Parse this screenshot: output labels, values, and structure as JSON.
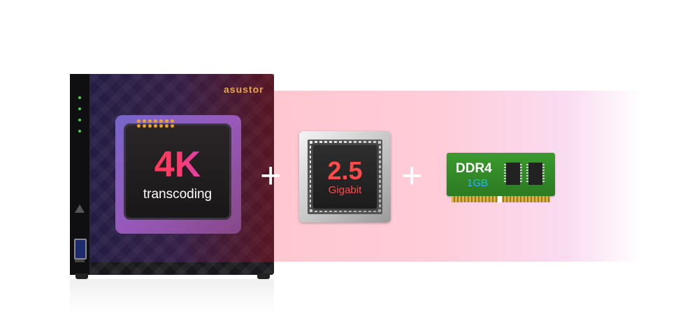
{
  "device": {
    "brand": "asustor"
  },
  "features": {
    "cpu": {
      "headline": "4K",
      "caption": "transcoding"
    },
    "network": {
      "headline": "2.5",
      "caption": "Gigabit"
    },
    "memory": {
      "headline": "DDR4",
      "caption": "1GB"
    },
    "separator": "+"
  },
  "colors": {
    "accent_red": "#ff4a4a",
    "ram_green": "#2c7a22",
    "ram_label_blue": "#1fb6ff",
    "band_pink": "#ffc3d2"
  }
}
